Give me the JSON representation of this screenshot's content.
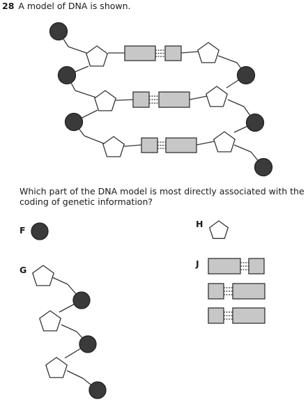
{
  "question": {
    "number": "28",
    "stem": "A model of DNA is shown.",
    "prompt": "Which part of the DNA model is most directly associated with the coding of genetic information?"
  },
  "options": [
    {
      "letter": "F",
      "depicts": "phosphate circle"
    },
    {
      "letter": "G",
      "depicts": "sugar-phosphate backbone"
    },
    {
      "letter": "H",
      "depicts": "sugar pentagon"
    },
    {
      "letter": "J",
      "depicts": "base pairs"
    }
  ],
  "colors": {
    "phosphate": "#3a3a3a",
    "base": "#c7c7c7",
    "outline": "#333333"
  }
}
